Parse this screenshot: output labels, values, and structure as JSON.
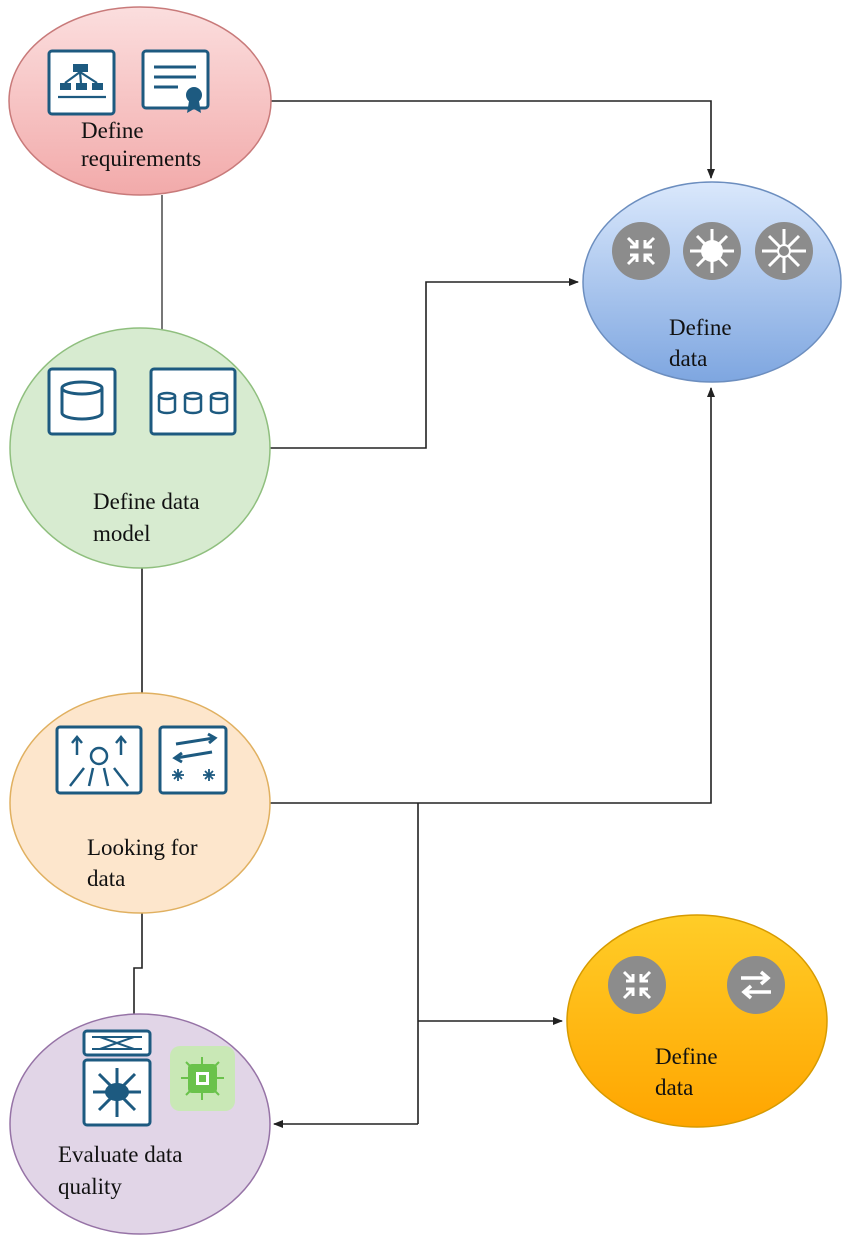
{
  "nodes": {
    "requirements": {
      "line1": "Define",
      "line2": "requirements",
      "fill_top": "#fbdede",
      "fill_bottom": "#f2aaaa",
      "stroke": "#c87a7a",
      "icons": [
        "hierarchy-network-icon",
        "certificate-icon"
      ]
    },
    "data_model": {
      "line1": "Define data",
      "line2": "model",
      "fill": "#d7ebd0",
      "stroke": "#8fbf7e",
      "icons": [
        "database-icon",
        "database-cluster-icon"
      ]
    },
    "define_data_blue": {
      "line1": "Define",
      "line2": "data",
      "fill_top": "#dae8fc",
      "fill_bottom": "#7ea6e0",
      "stroke": "#6c8ebf",
      "icons": [
        "router-icon",
        "hub-icon",
        "switch-star-icon"
      ]
    },
    "looking": {
      "line1": "Looking for",
      "line2": "data",
      "fill": "#fde6cc",
      "stroke": "#e0b060",
      "icons": [
        "broadcast-icon",
        "layer-switch-icon"
      ]
    },
    "define_data_orange": {
      "line1": "Define",
      "line2": "data",
      "fill_top": "#ffcd28",
      "fill_bottom": "#ffa500",
      "stroke": "#d79b00",
      "icons": [
        "router-icon",
        "exchange-icon"
      ]
    },
    "evaluate": {
      "line1": "Evaluate data",
      "line2": "quality",
      "fill": "#e1d5e7",
      "stroke": "#9673a6",
      "icons": [
        "patch-panel-icon",
        "star-network-icon",
        "chip-icon"
      ]
    }
  },
  "colors": {
    "icon_blue": "#1d5a80",
    "icon_gray": "#8c8c8c",
    "edge": "#222222",
    "chip_green": "#6ac24b"
  }
}
